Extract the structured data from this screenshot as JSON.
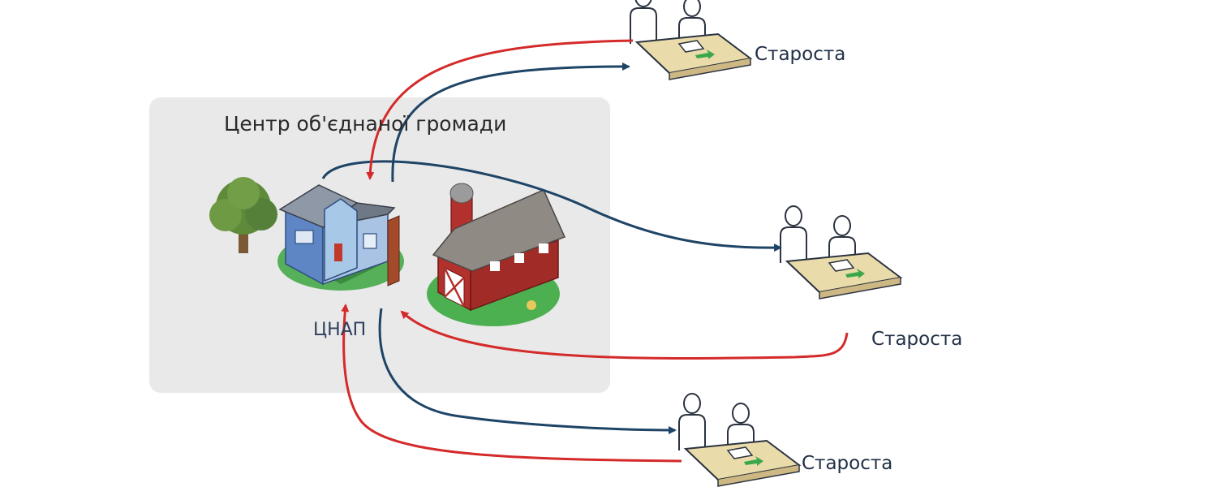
{
  "center": {
    "title": "Центр об'єднаної громади",
    "cnap_label": "ЦНАП"
  },
  "nodes": [
    {
      "label": "Староста"
    },
    {
      "label": "Староста"
    },
    {
      "label": "Староста"
    }
  ],
  "colors": {
    "panel": "#e9e9ea",
    "arrow_out": "#1e4466",
    "arrow_in": "#d42a2a",
    "house_wall": "#5f86c4",
    "barn": "#b3312d",
    "grass": "#4caf50",
    "tree": "#5f8a3a",
    "desk": "#eadbaa"
  },
  "icons": [
    "tree-icon",
    "house-icon",
    "barn-icon",
    "meeting-icon"
  ]
}
